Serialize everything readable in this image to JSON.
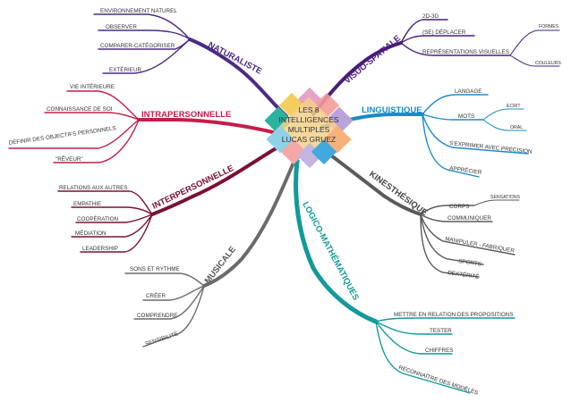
{
  "colors": {
    "naturaliste": "#4b2a86",
    "intrapersonnelle": "#c41e4a",
    "interpersonnelle": "#7a1036",
    "musicale": "#6b6b6b",
    "logico": "#129a9a",
    "kinesthesique": "#5a5a5a",
    "linguistique": "#1a8cc9",
    "visuo": "#4b1c7a"
  },
  "center": {
    "line1": "LES 8",
    "line2": "INTELLIGENCES",
    "line3": "MULTIPLES",
    "line4": "LUCAS GRUEZ"
  },
  "branches": {
    "naturaliste": {
      "title": "NATURALISTE",
      "items": [
        "ENVIRONNEMENT NATUREL",
        "OBSERVER",
        "COMPARER-CATÉGORISER",
        "EXTÉRIEUR"
      ]
    },
    "intrapersonnelle": {
      "title": "INTRAPERSONNELLE",
      "items": [
        "VIE INTÉRIEURE",
        "CONNAISSANCE DE SOI",
        "DÉFINIR DES OBJECTIFS PERSONNELS",
        "\"RÊVEUR\""
      ]
    },
    "interpersonnelle": {
      "title": "INTERPERSONNELLE",
      "items": [
        "RELATIONS AUX AUTRES",
        "EMPATHIE",
        "COOPÉRATION",
        "MÉDIATION",
        "LEADERSHIP"
      ]
    },
    "musicale": {
      "title": "MUSICALE",
      "items": [
        "SONS ET RYTHME",
        "CRÉER",
        "COMPRENDRE",
        "SENSIBILITÉ"
      ]
    },
    "logico": {
      "title": "LOGICO-MATHÉMATIQUES",
      "items": [
        "METTRE EN RELATION DES PROPOSITIONS",
        "TESTER",
        "CHIFFRES",
        "RECONNAÎTRE DES MODÈLES"
      ]
    },
    "kinesthesique": {
      "title": "KINESTHÉSIQUE",
      "items": [
        "CORPS",
        "COMMUNIQUER",
        "MANIPULER - FABRIQUER",
        "SPORTS",
        "DEXTÉRITÉ"
      ],
      "sub": [
        "SENSATIONS"
      ]
    },
    "linguistique": {
      "title": "LINGUISTIQUE",
      "items": [
        "LANGAGE",
        "MOTS",
        "S'EXPRIMER AVEC PRÉCISION",
        "APPRÉCIER"
      ],
      "sub": [
        "ECRIT",
        "ORAL"
      ]
    },
    "visuo": {
      "title": "VISUO-SPATIALE",
      "items": [
        "2D-3D",
        "(SE) DÉPLACER",
        "REPRÉSENTATIONS VISUELLES"
      ],
      "sub": [
        "FORMES",
        "COULEURS"
      ]
    }
  }
}
